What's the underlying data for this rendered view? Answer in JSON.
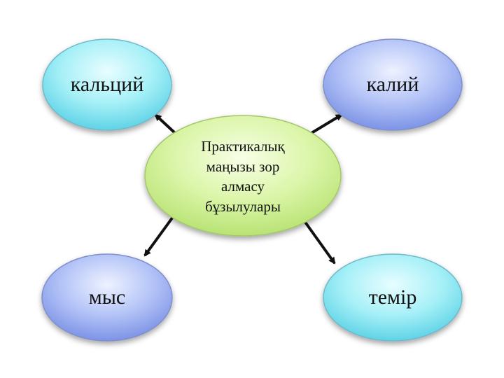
{
  "diagram": {
    "center": {
      "lines": [
        "Практикалық",
        "маңызы зор",
        "алмасу",
        "бұзылулары"
      ],
      "fill": "#d6f29a"
    },
    "nodes": {
      "calcium": {
        "label": "кальций",
        "fill": "#7fe3ef"
      },
      "potassium": {
        "label": "калий",
        "fill": "#8fa6ef"
      },
      "copper": {
        "label": "мыс",
        "fill": "#8fa6ef"
      },
      "iron": {
        "label": "темір",
        "fill": "#7fe3ef"
      }
    },
    "arrow_color": "#111111"
  }
}
